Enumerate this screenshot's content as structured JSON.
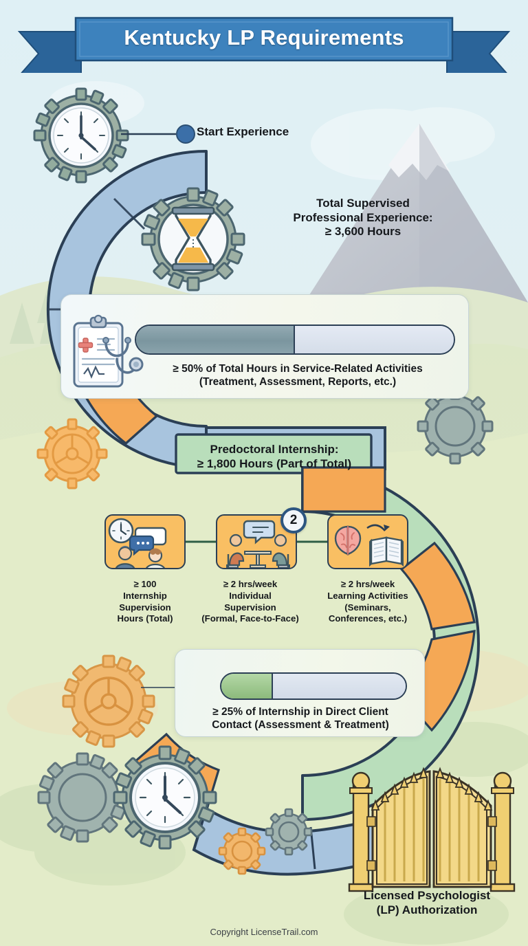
{
  "banner": {
    "title": "Kentucky LP Requirements",
    "color": "#3d82bd",
    "fold_color": "#2b6499"
  },
  "background": {
    "sky": "#dff0f5",
    "hills": "#d7e4c4",
    "mountain": "#c3c7cf"
  },
  "start": {
    "label": "Start Experience",
    "dot_color": "#3b6fa8",
    "icon": "clock-gear-icon"
  },
  "total_experience": {
    "line1": "Total Supervised",
    "line2": "Professional Experience:",
    "line3": "≥ 3,600 Hours",
    "icon": "hourglass-gear-icon"
  },
  "service_card": {
    "icon": "clipboard-stethoscope-icon",
    "progress_percent": 50,
    "caption_line1": "≥ 50% of Total Hours in Service-Related Activities",
    "caption_line2": "(Treatment, Assessment, Reports, etc.)",
    "fill_color": "#7b969f",
    "track_color": "#dde4ef"
  },
  "internship_banner": {
    "line1": "Predoctoral Internship:",
    "line2": "≥ 1,800 Hours (Part of Total)",
    "band_color": "#b9debb"
  },
  "mini_cards": [
    {
      "icon": "clock-people-speech-icon",
      "caption_line1": "≥ 100",
      "caption_line2": "Internship",
      "caption_line3": "Supervision",
      "caption_line4": "Hours (Total)"
    },
    {
      "icon": "two-people-table-icon",
      "caption_line1": "≥ 2 hrs/week",
      "caption_line2": "Individual",
      "caption_line3": "Supervision",
      "caption_line4": "(Formal, Face-to-Face)"
    },
    {
      "icon": "brain-book-icon",
      "caption_line1": "≥ 2 hrs/week",
      "caption_line2": "Learning Activities",
      "caption_line3": "(Seminars,",
      "caption_line4": "Conferences, etc.)"
    }
  ],
  "badge": {
    "value": "2"
  },
  "contact_card": {
    "icon": "handshake-icon",
    "progress_percent": 25,
    "caption_line1": "≥ 25% of Internship in Direct Client",
    "caption_line2": "Contact (Assessment & Treatment)",
    "fill_color": "#8cba7c"
  },
  "gate": {
    "icon": "gate-icon",
    "label_line1": "Licensed Psychologist",
    "label_line2": "(LP) Authorization",
    "color": "#f0cf72"
  },
  "footer": {
    "copyright": "Copyright LicenseTrail.com"
  },
  "path": {
    "blue_color": "#a8c4de",
    "orange_color": "#f5a855",
    "green_color": "#b9debb",
    "outline_color": "#2b3f55"
  }
}
